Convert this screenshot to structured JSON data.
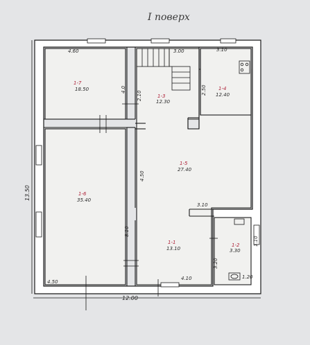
{
  "title": "I поверх",
  "rooms": [
    {
      "num": "1-1",
      "area": "13.10"
    },
    {
      "num": "1-2",
      "area": "3.30"
    },
    {
      "num": "1-3",
      "area": "12.30"
    },
    {
      "num": "1-4",
      "area": "12.40"
    },
    {
      "num": "1-5",
      "area": "27.40"
    },
    {
      "num": "1-6",
      "area": "35.40"
    },
    {
      "num": "1-7",
      "area": "18.50"
    }
  ],
  "dimensions": {
    "top_left": "4.60",
    "top_stair": "3.00",
    "top_right": "3.10",
    "room7_right": "4.0",
    "stair_left": "2.10",
    "room4_left": "2.50",
    "overall_height": "13.50",
    "corridor_height": "4.50",
    "room1_left": "8.10",
    "room5_bottom": "3.10",
    "room1_right": "3.20",
    "wc_height": "1.10",
    "bottom_left": "4.50",
    "bottom_mid": "4.10",
    "wc_bottom": "1.20",
    "overall_width": "12.00"
  }
}
